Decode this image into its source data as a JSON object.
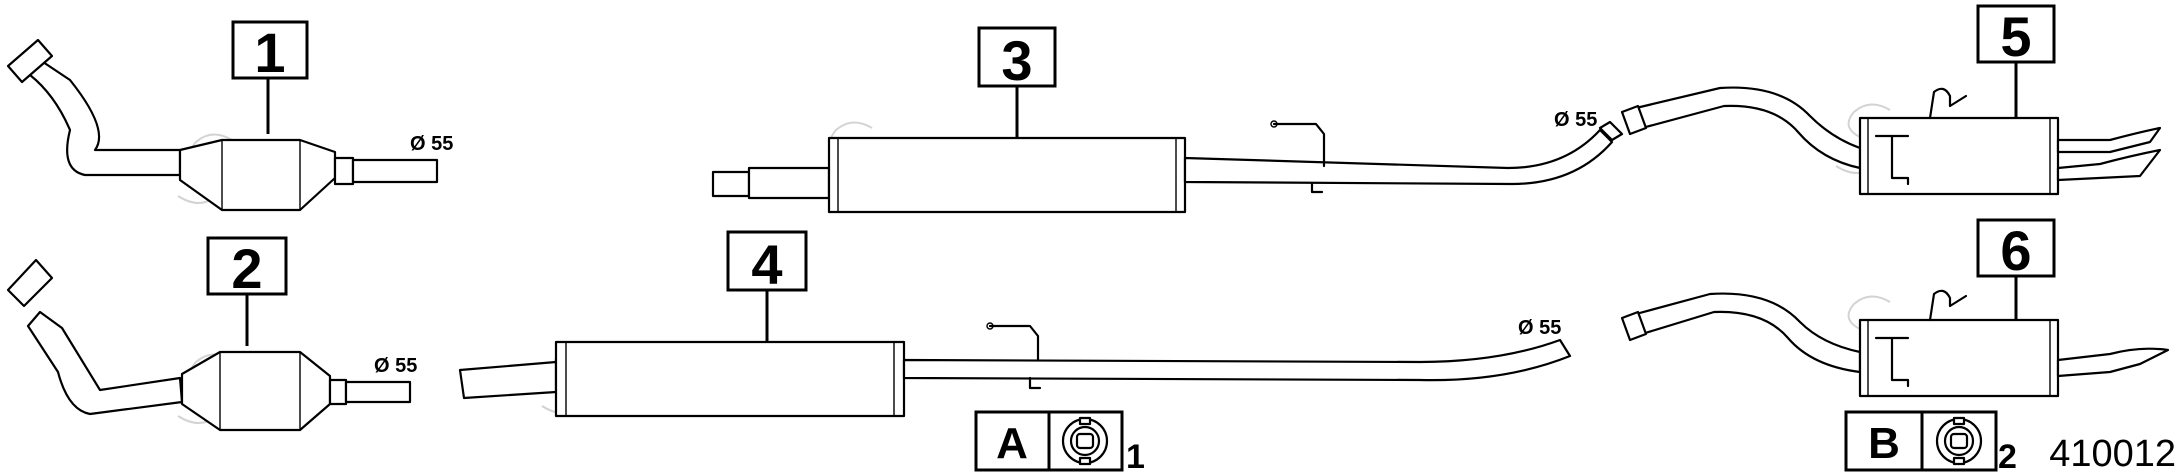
{
  "callouts": [
    {
      "id": "1",
      "label": "1"
    },
    {
      "id": "2",
      "label": "2"
    },
    {
      "id": "3",
      "label": "3"
    },
    {
      "id": "4",
      "label": "4"
    },
    {
      "id": "5",
      "label": "5"
    },
    {
      "id": "6",
      "label": "6"
    }
  ],
  "dimensions": {
    "d1": "Ø 55",
    "d2": "Ø 55",
    "d3": "Ø 55",
    "d4": "Ø 55"
  },
  "refs": {
    "a": {
      "letter": "A",
      "count": "1"
    },
    "b": {
      "letter": "B",
      "count": "2"
    }
  },
  "diagram_id": "410012",
  "icons": {
    "clamp": "exhaust-hanger-ring-icon",
    "watermark": "letter-s-watermark"
  }
}
